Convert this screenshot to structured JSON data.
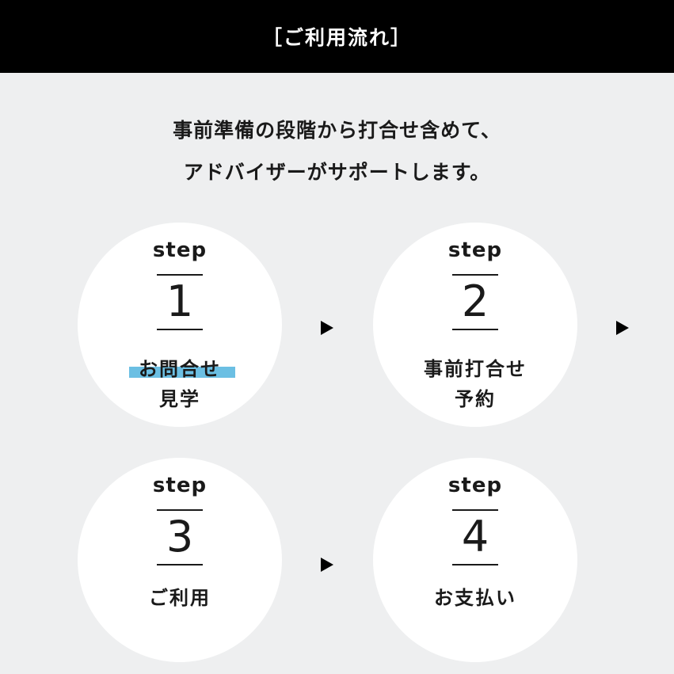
{
  "header": {
    "title": "［ご利用流れ］"
  },
  "intro": {
    "line1": "事前準備の段階から打合せ含めて、",
    "line2": "アドバイザーがサポートします。"
  },
  "steps": [
    {
      "word": "step",
      "number": "1",
      "label_lines": [
        "お問合せ",
        "見学"
      ],
      "highlight_color": "#6bbfe3"
    },
    {
      "word": "step",
      "number": "2",
      "label_lines": [
        "事前打合せ",
        "予約"
      ]
    },
    {
      "word": "step",
      "number": "3",
      "label_lines": [
        "ご利用"
      ]
    },
    {
      "word": "step",
      "number": "4",
      "label_lines": [
        "お支払い"
      ]
    }
  ],
  "arrow_icon": "triangle-right-icon",
  "colors": {
    "header_bg": "#000000",
    "page_bg": "#eeeff0",
    "circle_bg": "#ffffff",
    "accent": "#6bbfe3"
  }
}
